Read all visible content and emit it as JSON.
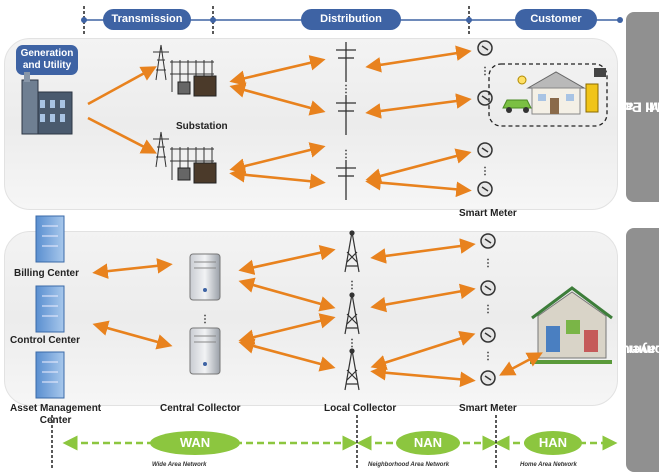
{
  "header": {
    "transmission": "Transmission",
    "distribution": "Distribution",
    "customer": "Customer"
  },
  "power_layer": {
    "side_line1": "AMI Power",
    "side_line2": "System Layer",
    "generation_line1": "Generation",
    "generation_line2": "and Utility",
    "substation": "Substation",
    "smart_meter": "Smart Meter"
  },
  "comm_layer": {
    "side_line1": "AMI Communication",
    "side_line2": "System Layer (SMN)",
    "billing_center": "Billing Center",
    "control_center": "Control Center",
    "asset_line1": "Asset Management",
    "asset_line2": "Center",
    "central_collector": "Central Collector",
    "local_collector": "Local Collector",
    "smart_meter": "Smart Meter"
  },
  "networks": {
    "wan": "WAN",
    "wan_full": "Wide Area Network",
    "nan": "NAN",
    "nan_full": "Neighborhood Area Network",
    "han": "HAN",
    "han_full": "Home Area Network"
  },
  "colors": {
    "header_blue": "#3e63a4",
    "arrow_orange": "#e8821e",
    "network_green": "#8cc63f",
    "side_gray": "#909090"
  }
}
